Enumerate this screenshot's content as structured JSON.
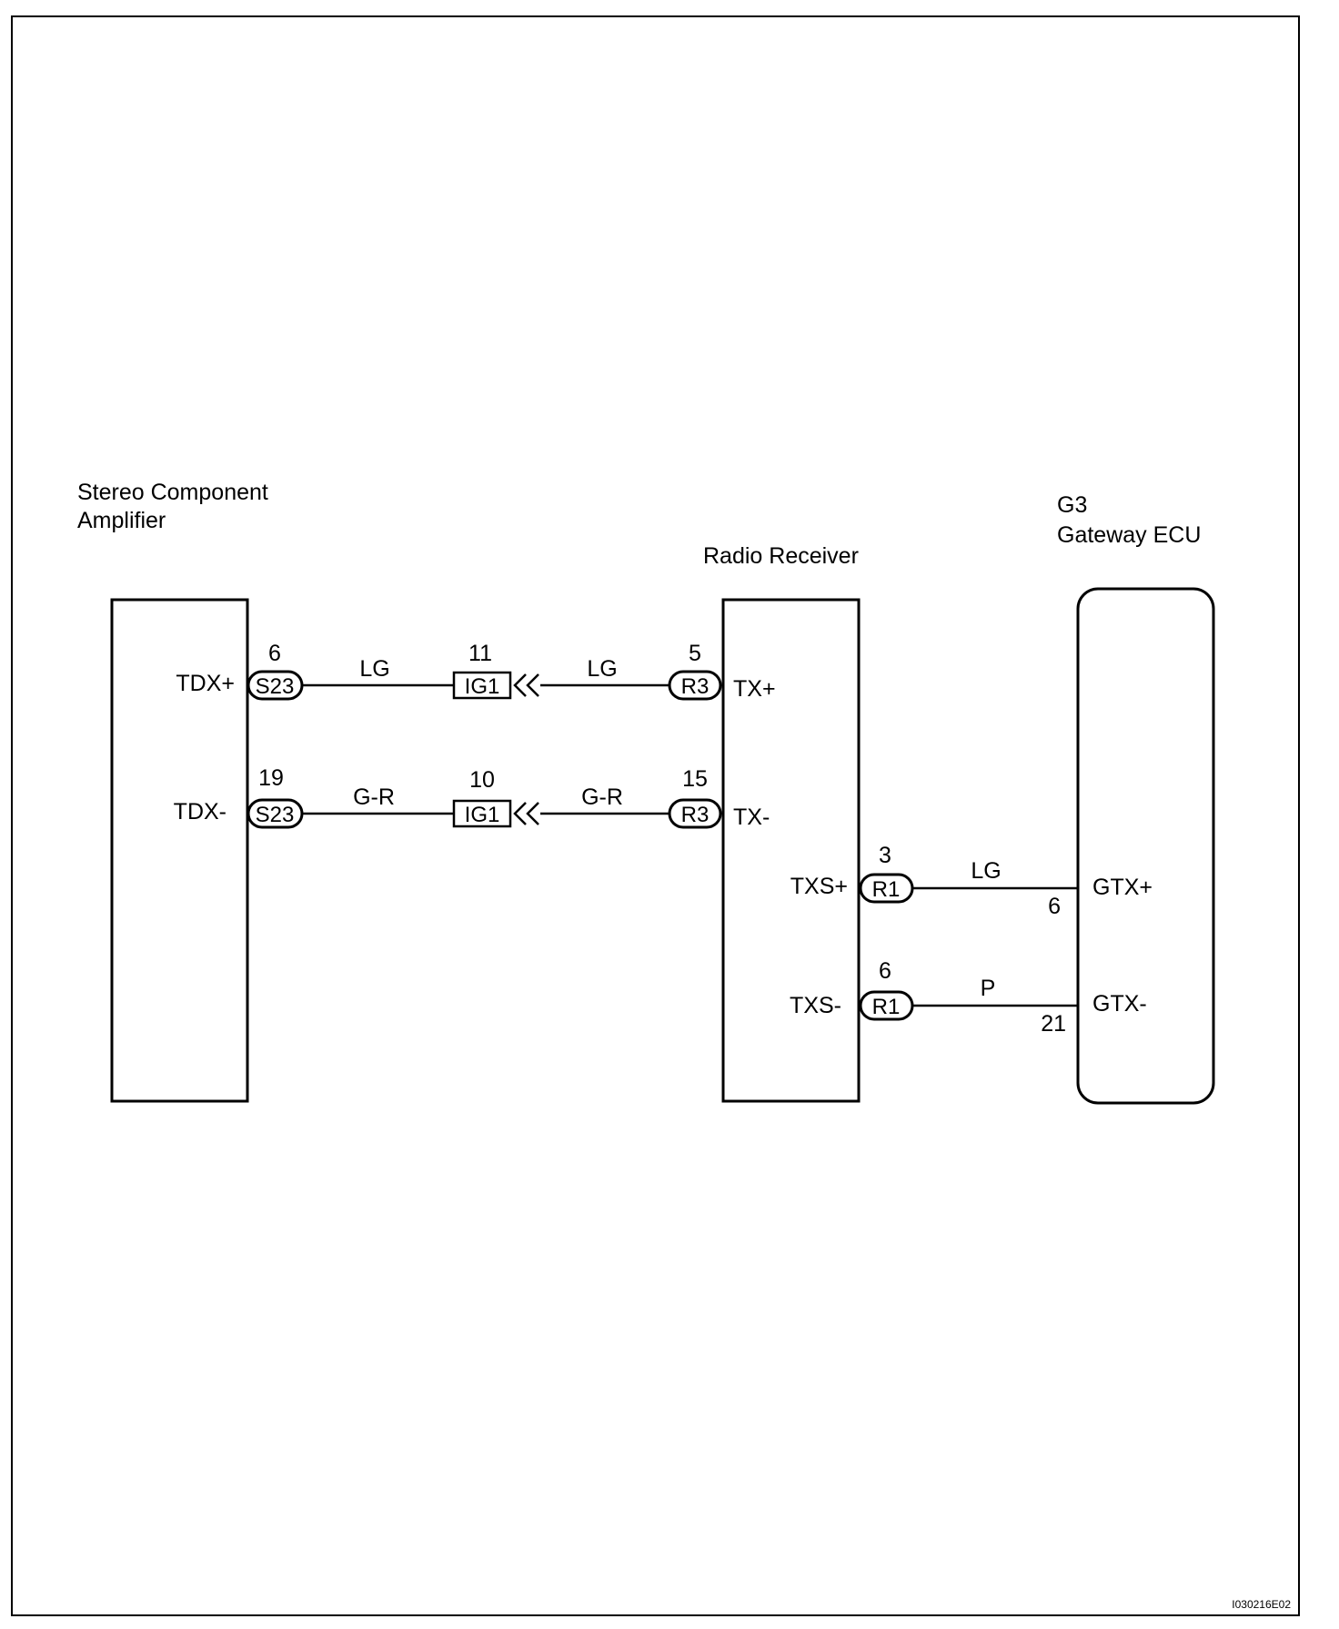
{
  "components": {
    "amplifier": {
      "line1": "Stereo Component",
      "line2": "Amplifier",
      "pin_plus": "TDX+",
      "pin_minus": "TDX-"
    },
    "receiver": {
      "title": "Radio Receiver",
      "tx_plus": "TX+",
      "tx_minus": "TX-",
      "txs_plus": "TXS+",
      "txs_minus": "TXS-"
    },
    "gateway": {
      "code": "G3",
      "title": "Gateway ECU",
      "gtx_plus": "GTX+",
      "gtx_minus": "GTX-",
      "pin_plus": "6",
      "pin_minus": "21"
    }
  },
  "wires": {
    "tdx_plus": {
      "left_pin": "6",
      "left_conn": "S23",
      "wire1": "LG",
      "mid_pin": "11",
      "mid_conn": "IG1",
      "wire2": "LG",
      "right_pin": "5",
      "right_conn": "R3"
    },
    "tdx_minus": {
      "left_pin": "19",
      "left_conn": "S23",
      "wire1": "G-R",
      "mid_pin": "10",
      "mid_conn": "IG1",
      "wire2": "G-R",
      "right_pin": "15",
      "right_conn": "R3"
    },
    "txs_plus": {
      "pin": "3",
      "conn": "R1",
      "wire": "LG"
    },
    "txs_minus": {
      "pin": "6",
      "conn": "R1",
      "wire": "P"
    }
  },
  "footer_code": "I030216E02"
}
